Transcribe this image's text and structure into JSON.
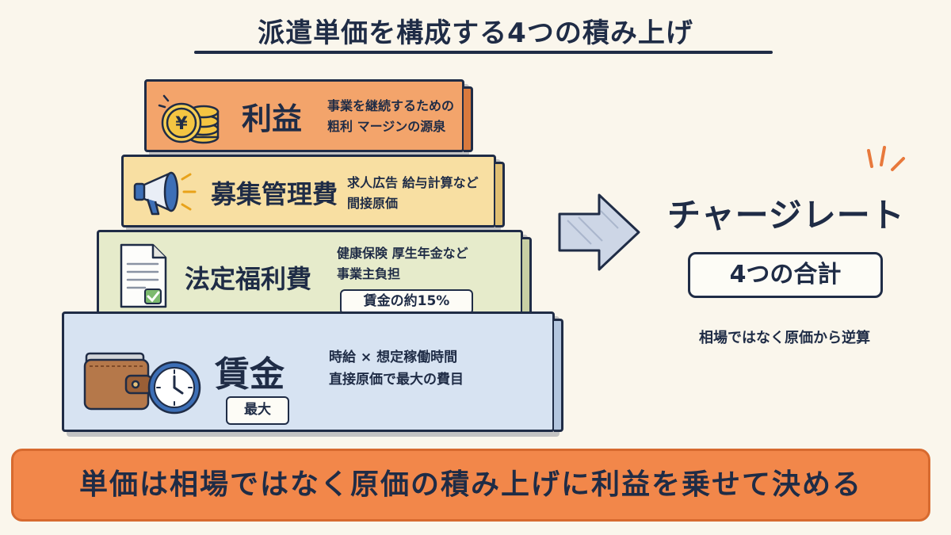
{
  "title": "派遣単価を構成する4つの積み上げ",
  "tiers": [
    {
      "heading": "利益",
      "desc_lines": [
        "事業を継続するための",
        "粗利 マージンの源泉"
      ],
      "icon": "yen-coins-icon",
      "color": "#f3a46b"
    },
    {
      "heading": "募集管理費",
      "desc_lines": [
        "求人広告 給与計算など",
        "間接原価"
      ],
      "icon": "megaphone-icon",
      "color": "#f8dfa2"
    },
    {
      "heading": "法定福利費",
      "desc_lines": [
        "健康保険 厚生年金など",
        "事業主負担"
      ],
      "tag": "賃金の約15%",
      "icon": "document-check-icon",
      "color": "#e6ebcb"
    },
    {
      "heading": "賃金",
      "desc_lines": [
        "時給 × 想定稼働時間",
        "直接原価で最大の費目"
      ],
      "tag": "最大",
      "icons": [
        "wallet-icon",
        "clock-icon"
      ],
      "color": "#d7e3f2"
    }
  ],
  "result": {
    "heading": "チャージレート",
    "box": "4つの合計",
    "note": "相場ではなく原価から逆算"
  },
  "banner": "単価は相場ではなく原価の積み上げに利益を乗せて決める",
  "colors": {
    "navy": "#1f2c46",
    "accent_orange": "#f2874a",
    "background": "#faf6ec"
  }
}
